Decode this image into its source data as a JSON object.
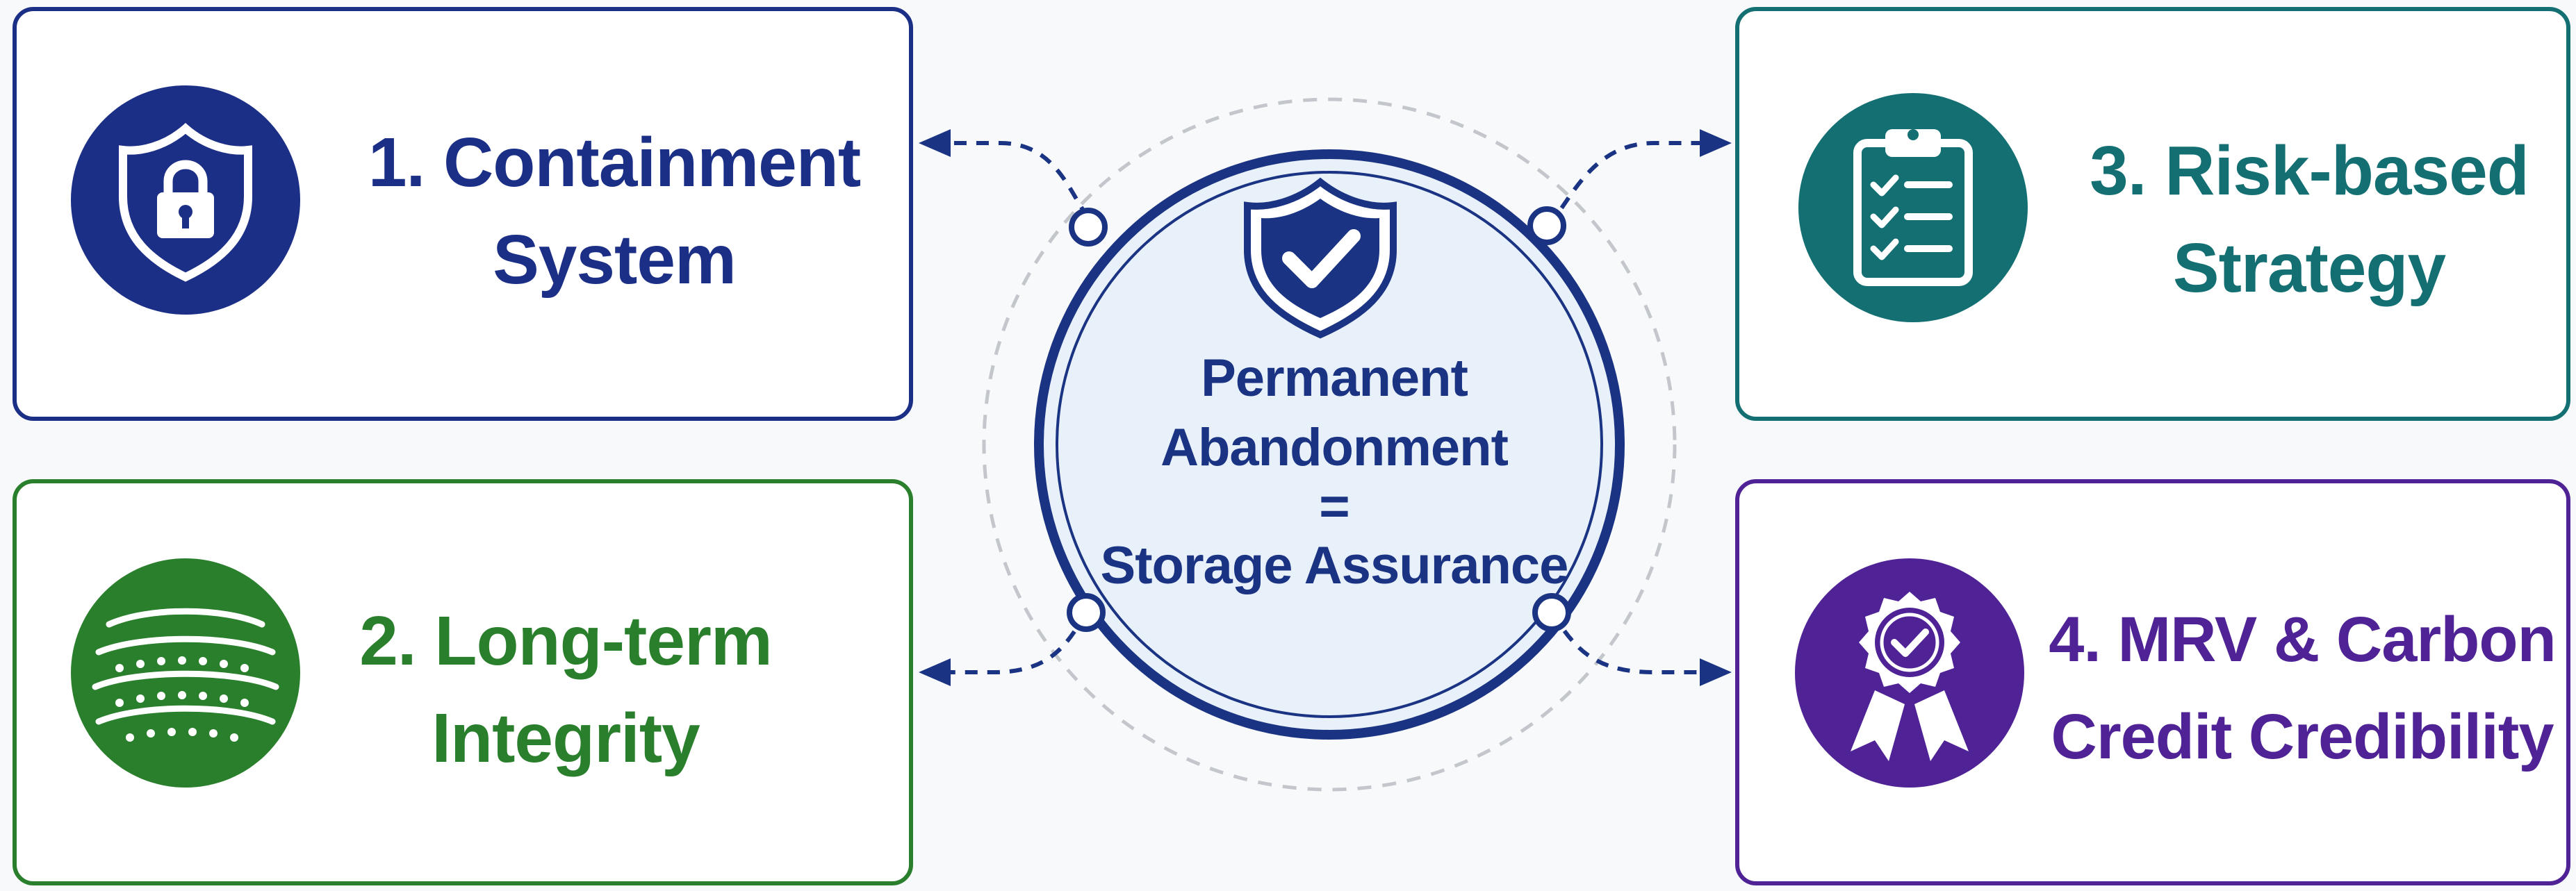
{
  "center": {
    "line1": "Permanent",
    "line2": "Abandonment",
    "line3": "=",
    "line4": "Storage Assurance",
    "icon": "shield-check-icon"
  },
  "cards": [
    {
      "id": "containment",
      "title_line1": "1. Containment",
      "title_line2": "System",
      "icon": "shield-lock-icon",
      "color": "#1c2f86"
    },
    {
      "id": "integrity",
      "title_line1": "2. Long-term",
      "title_line2": "Integrity",
      "icon": "rock-layers-icon",
      "color": "#2a7f2c"
    },
    {
      "id": "risk",
      "title_line1": "3. Risk-based",
      "title_line2": "Strategy",
      "icon": "clipboard-checklist-icon",
      "color": "#136f72"
    },
    {
      "id": "mrv",
      "title_line1": "4. MRV & Carbon",
      "title_line2": "Credit Credibility",
      "icon": "award-ribbon-icon",
      "color": "#4f2396"
    }
  ]
}
